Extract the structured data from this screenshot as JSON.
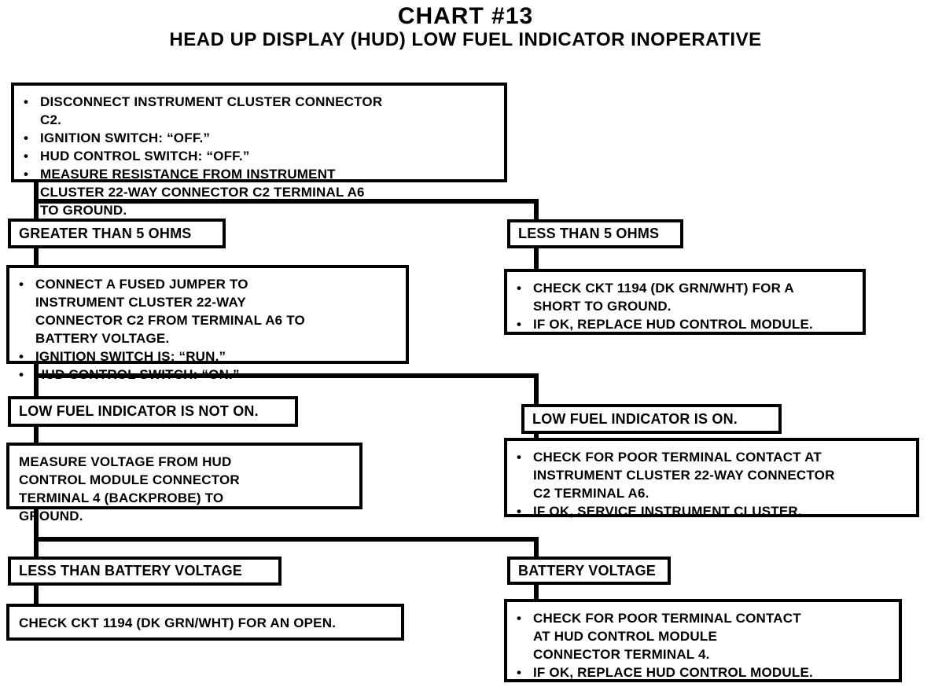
{
  "ui": {
    "bullet": "•"
  },
  "header": {
    "title": "CHART #13",
    "subtitle": "HEAD UP DISPLAY (HUD) LOW FUEL INDICATOR INOPERATIVE"
  },
  "nodes": {
    "initial": {
      "bullets": [
        "DISCONNECT INSTRUMENT CLUSTER CONNECTOR C2.",
        "IGNITION SWITCH: “OFF.”",
        "HUD CONTROL SWITCH: “OFF.”",
        "MEASURE RESISTANCE FROM INSTRUMENT CLUSTER 22-WAY CONNECTOR C2 TERMINAL A6 TO GROUND."
      ]
    },
    "greater": {
      "label": "GREATER THAN 5 OHMS"
    },
    "less": {
      "label": "LESS THAN 5 OHMS"
    },
    "jumper": {
      "bullets": [
        "CONNECT A FUSED JUMPER TO INSTRUMENT CLUSTER 22-WAY CONNECTOR C2 FROM TERMINAL A6 TO BATTERY VOLTAGE.",
        "IGNITION SWITCH IS: “RUN.”",
        "HUD CONTROL SWITCH: “ON.”"
      ]
    },
    "short": {
      "bullets": [
        "CHECK CKT 1194 (DK GRN/WHT) FOR A SHORT TO GROUND.",
        "IF OK, REPLACE HUD CONTROL MODULE."
      ]
    },
    "not_on": {
      "label": "LOW FUEL INDICATOR IS NOT ON."
    },
    "is_on": {
      "label": "LOW FUEL INDICATOR IS ON."
    },
    "measure": {
      "text": "MEASURE VOLTAGE FROM HUD CONTROL MODULE CONNECTOR TERMINAL 4 (BACKPROBE) TO GROUND."
    },
    "cluster_contact": {
      "bullets": [
        "CHECK FOR POOR TERMINAL CONTACT AT INSTRUMENT CLUSTER 22-WAY CONNECTOR C2 TERMINAL A6.",
        "IF OK, SERVICE INSTRUMENT CLUSTER."
      ]
    },
    "less_battery": {
      "label": "LESS THAN BATTERY VOLTAGE"
    },
    "battery": {
      "label": "BATTERY VOLTAGE"
    },
    "check_open": {
      "text": "CHECK CKT 1194 (DK GRN/WHT) FOR AN OPEN."
    },
    "hud_contact": {
      "bullets": [
        "CHECK FOR POOR TERMINAL CONTACT AT HUD CONTROL MODULE CONNECTOR TERMINAL 4.",
        "IF OK, REPLACE HUD CONTROL MODULE."
      ]
    }
  }
}
